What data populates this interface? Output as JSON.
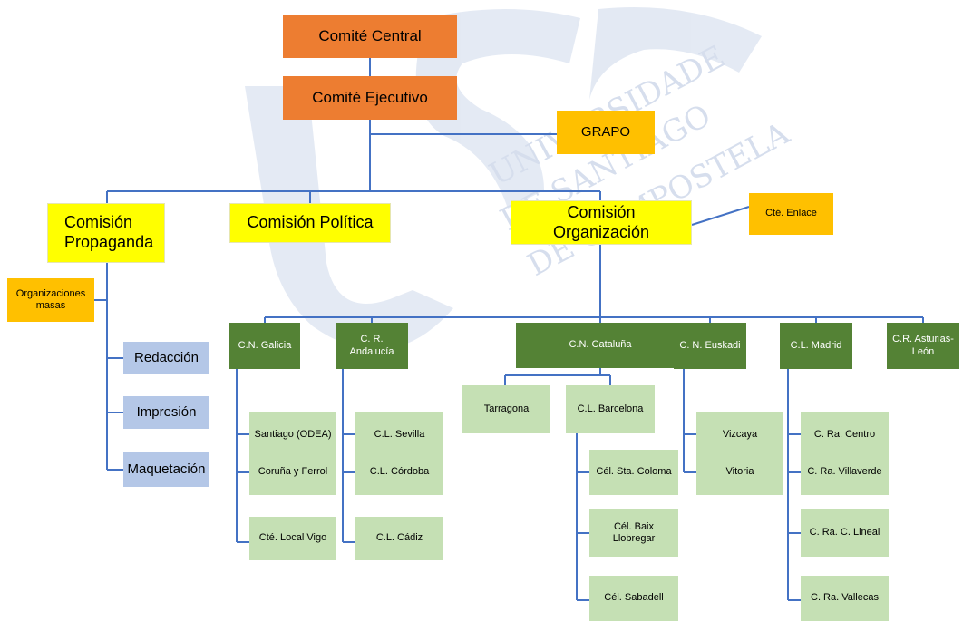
{
  "watermark": {
    "letters": "USC",
    "lines": [
      "UNIVERSIDADE",
      "DE SANTIAGO",
      "DE COMPOSTELA"
    ]
  },
  "colors": {
    "orange": "#ed7d31",
    "gold": "#ffc000",
    "yellow": "#ffff00",
    "dark_green": "#548235",
    "light_green": "#c5e0b4",
    "blue": "#b4c7e7",
    "line": "#4472c4"
  },
  "nodes": {
    "comite_central": "Comité Central",
    "comite_ejecutivo": "Comité Ejecutivo",
    "grapo": "GRAPO",
    "comision_propaganda": "Comisión Propaganda",
    "comision_politica": "Comisión Política",
    "comision_organizacion": "Comisión Organización",
    "cte_enlace": "Cté. Enlace",
    "organizaciones_masas": "Organizaciones masas",
    "redaccion": "Redacción",
    "impresion": "Impresión",
    "maquetacion": "Maquetación",
    "cn_galicia": "C.N. Galicia",
    "santiago_odea": "Santiago (ODEA)",
    "coruna_ferrol": "Coruña  y Ferrol",
    "cte_local_vigo": "Cté. Local Vigo",
    "cr_andalucia": "C. R. Andalucía",
    "cl_sevilla": "C.L. Sevilla",
    "cl_cordoba": "C.L. Córdoba",
    "cl_cadiz": "C.L. Cádiz",
    "cn_cataluna": "C.N. Cataluña",
    "tarragona": "Tarragona",
    "cl_barcelona": "C.L. Barcelona",
    "cel_sta_coloma": "Cél. Sta. Coloma",
    "cel_baix_llobregar": "Cél. Baix Llobregar",
    "cel_sabadell": "Cél. Sabadell",
    "cn_euskadi": "C. N. Euskadi",
    "vizcaya": "Vizcaya",
    "vitoria": "Vitoria",
    "cl_madrid": "C.L. Madrid",
    "cra_centro": "C. Ra. Centro",
    "cra_villaverde": "C. Ra. Villaverde",
    "cra_clineal": "C. Ra. C. Lineal",
    "cra_vallecas": "C. Ra. Vallecas",
    "cr_asturias_leon": "C.R. Asturias-León"
  }
}
